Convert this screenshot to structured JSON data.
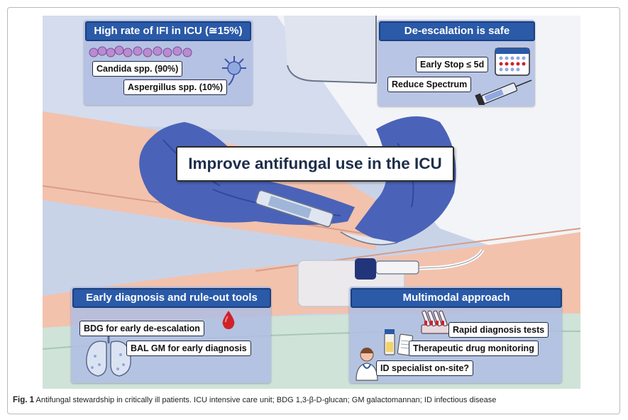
{
  "diagram": {
    "title": "Improve antifungal use in the ICU",
    "panels": {
      "top_left": {
        "header": "High rate of IFI in ICU (≅15%)",
        "items": [
          "Candida spp.  (90%)",
          "Aspergillus spp. (10%)"
        ]
      },
      "top_right": {
        "header": "De-escalation is safe",
        "items": [
          "Early Stop ≤ 5d",
          "Reduce Spectrum"
        ]
      },
      "bottom_left": {
        "header": "Early diagnosis and rule-out tools",
        "items": [
          "BDG for early de-escalation",
          "BAL GM for early diagnosis"
        ]
      },
      "bottom_right": {
        "header": "Multimodal approach",
        "items": [
          "Rapid diagnosis tests",
          "Therapeutic drug monitoring",
          "ID specialist on-site?"
        ]
      }
    },
    "icons": [
      "candida-icon",
      "aspergillus-icon",
      "calendar-icon",
      "syringe-icon",
      "blood-drop-icon",
      "lungs-icon",
      "test-tubes-icon",
      "vials-icon",
      "doctor-icon",
      "gloved-hands-icon"
    ],
    "colors": {
      "header_fill": "#2a5aa8",
      "panel_fill": "#b0bee1",
      "glove": "#4a63b8",
      "skin": "#f2c2ad",
      "blood_drop": "#d0212b"
    }
  },
  "caption": {
    "label": "Fig. 1",
    "text": "Antifungal stewardship in critically ill patients. ICU intensive care unit; BDG 1,3-β-D-glucan; GM galactomannan; ID infectious disease"
  }
}
